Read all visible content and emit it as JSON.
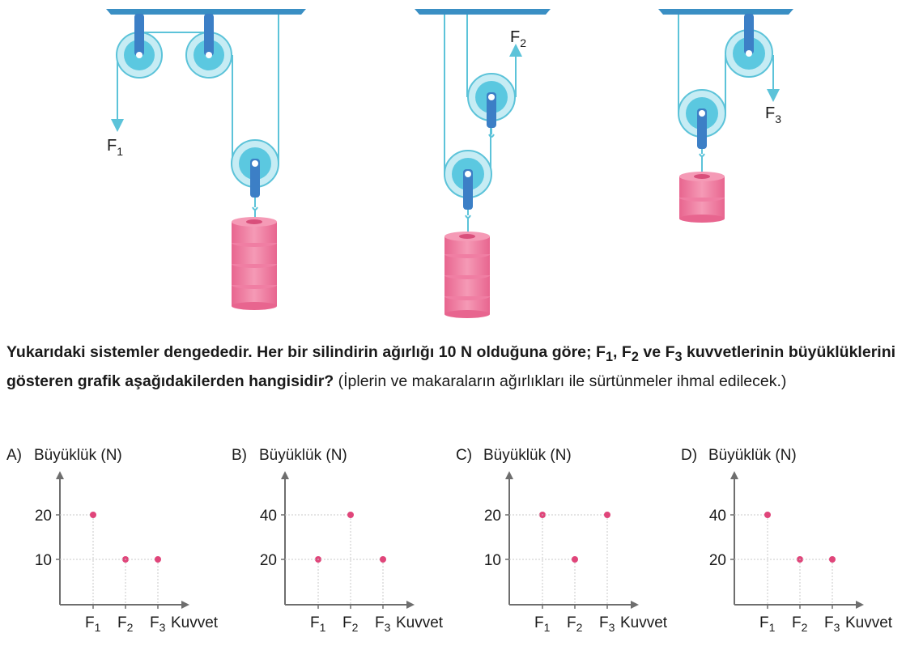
{
  "diagram": {
    "force_labels": [
      "F",
      "F",
      "F"
    ],
    "force_subs": [
      "1",
      "2",
      "3"
    ]
  },
  "question": {
    "bold_part1": "Yukarıdaki sistemler dengededir. Her bir silindirin ağırlığı 10 N olduğuna göre; F",
    "sub1": "1",
    "bold_part2": ", F",
    "sub2": "2",
    "bold_part3": " ve F",
    "sub3": "3",
    "bold_part4": " kuvvetlerinin büyüklüklerini gösteren grafik aşağıdakilerden hangisidir?",
    "normal_part": " (İplerin ve makaraların ağırlıkları ile sürtünmeler ihmal edilecek.)"
  },
  "options": [
    {
      "letter": "A)",
      "y_title": "Büyüklük (N)",
      "y_ticks": [
        "20",
        "10"
      ],
      "x_title": "Kuvvet",
      "chart_data": {
        "type": "scatter",
        "categories": [
          "F1",
          "F2",
          "F3"
        ],
        "values": [
          20,
          10,
          10
        ],
        "ylabel": "Büyüklük (N)",
        "xlabel": "Kuvvet",
        "yticks": [
          10,
          20
        ]
      }
    },
    {
      "letter": "B)",
      "y_title": "Büyüklük (N)",
      "y_ticks": [
        "40",
        "20"
      ],
      "x_title": "Kuvvet",
      "chart_data": {
        "type": "scatter",
        "categories": [
          "F1",
          "F2",
          "F3"
        ],
        "values": [
          20,
          40,
          20
        ],
        "ylabel": "Büyüklük (N)",
        "xlabel": "Kuvvet",
        "yticks": [
          20,
          40
        ]
      }
    },
    {
      "letter": "C)",
      "y_title": "Büyüklük (N)",
      "y_ticks": [
        "20",
        "10"
      ],
      "x_title": "Kuvvet",
      "chart_data": {
        "type": "scatter",
        "categories": [
          "F1",
          "F2",
          "F3"
        ],
        "values": [
          20,
          10,
          20
        ],
        "ylabel": "Büyüklük (N)",
        "xlabel": "Kuvvet",
        "yticks": [
          10,
          20
        ]
      }
    },
    {
      "letter": "D)",
      "y_title": "Büyüklük (N)",
      "y_ticks": [
        "40",
        "20"
      ],
      "x_title": "Kuvvet",
      "chart_data": {
        "type": "scatter",
        "categories": [
          "F1",
          "F2",
          "F3"
        ],
        "values": [
          40,
          20,
          20
        ],
        "ylabel": "Büyüklük (N)",
        "xlabel": "Kuvvet",
        "yticks": [
          20,
          40
        ]
      }
    }
  ],
  "colors": {
    "ceiling": "#3a8fc4",
    "rope": "#5cc3d9",
    "pulley": "#5bc8e0",
    "pulley_ring": "#c6ecf4",
    "rod": "#3c7fc6",
    "weight": "#e86d94",
    "weight_top": "#d94f7b",
    "arrow": "#5cc3d9",
    "point": "#e0457a",
    "axis": "#6e6e6e",
    "grid": "#c8c8c8"
  }
}
